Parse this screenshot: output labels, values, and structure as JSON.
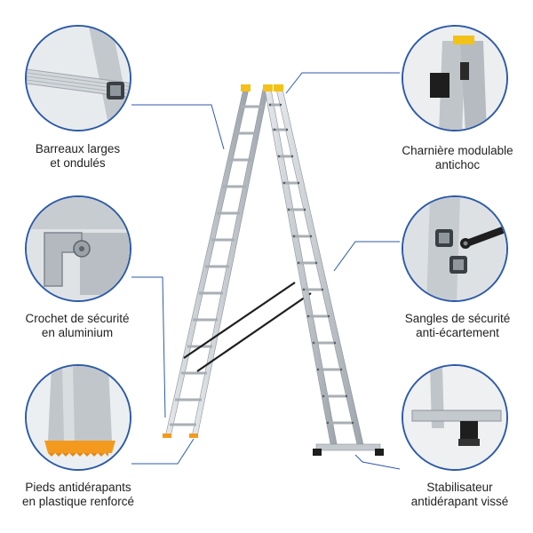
{
  "callouts": {
    "top_left": {
      "line1": "Barreaux larges",
      "line2": "et ondulés"
    },
    "middle_left": {
      "line1": "Crochet de sécurité",
      "line2": "en aluminium"
    },
    "bottom_left": {
      "line1": "Pieds antidérapants",
      "line2": "en plastique renforcé"
    },
    "top_right": {
      "line1": "Charnière modulable",
      "line2": "antichoc"
    },
    "middle_right": {
      "line1": "Sangles de sécurité",
      "line2": "anti-écartement"
    },
    "bottom_right": {
      "line1": "Stabilisateur",
      "line2": "antidérapant vissé"
    }
  },
  "colors": {
    "accent_line": "#2d5aa8",
    "aluminium": "#c9ced3",
    "aluminium_dark": "#9aa1a8",
    "foot_orange": "#f39a1e",
    "hinge_yellow": "#f2c21b",
    "black_part": "#1e1e1e"
  }
}
